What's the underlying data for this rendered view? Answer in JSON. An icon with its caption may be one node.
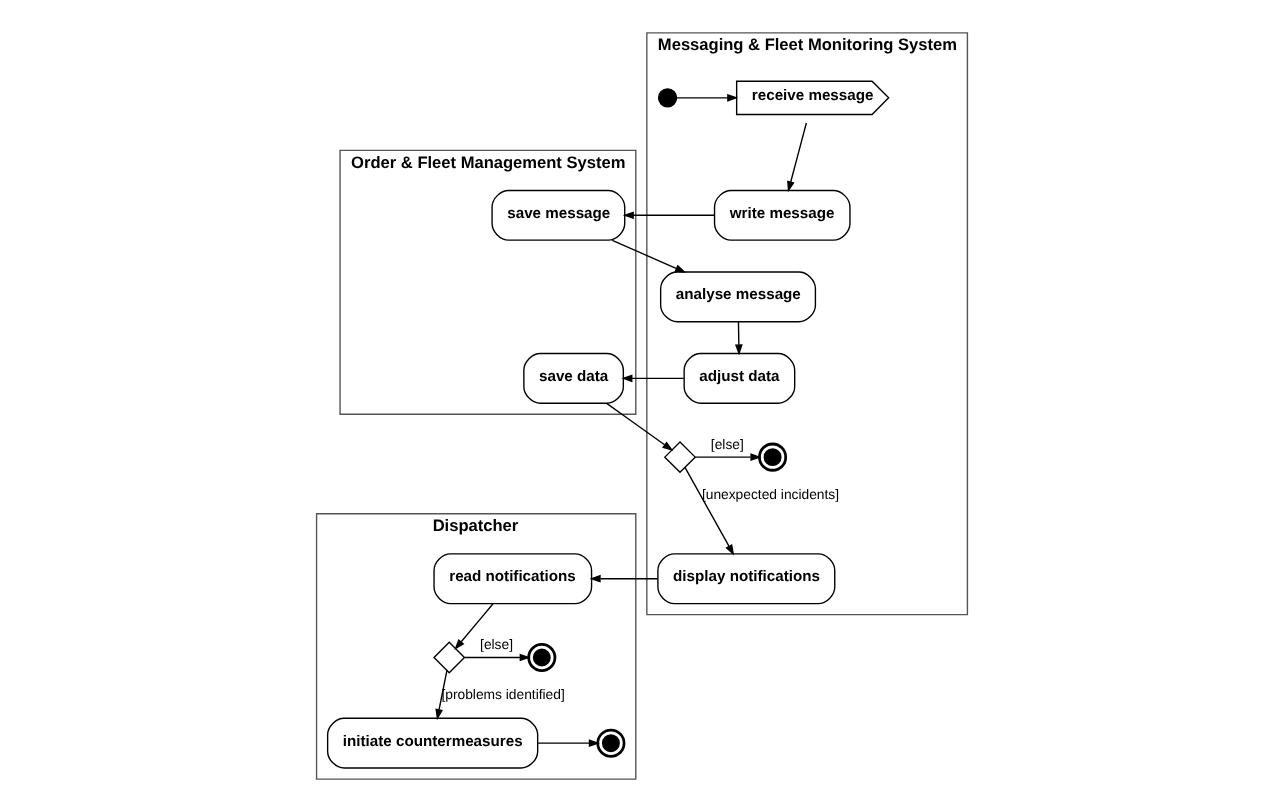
{
  "diagram": {
    "nodes": [
      {
        "text": [
          "Dispatcher"
        ]
      },
      {
        "text": [
          "Order & Fleet Management System"
        ]
      },
      {
        "text": [
          "Messaging & Fleet Monitoring System"
        ]
      },
      {
        "text": [],
        "shape": "circle",
        "in": 2
      },
      {
        "text": [
          "receive message"
        ],
        "in": 2
      },
      {
        "text": [
          "write message"
        ],
        "in": 2
      },
      {
        "text": [
          "save message"
        ],
        "in": 1
      },
      {
        "text": [
          "analyse message"
        ],
        "in": 2
      },
      {
        "text": [
          "save data"
        ],
        "in": 1
      },
      {
        "text": [
          "adjust data"
        ],
        "in": 2
      },
      {
        "text": [],
        "shape": "diamond",
        "in": 2
      },
      {
        "text": [],
        "shape": "circle",
        "in": 2
      },
      {
        "text": [
          "display notifications"
        ],
        "in": 2
      },
      {
        "text": [
          "initiate countermeasures"
        ],
        "in": 0
      },
      {
        "text": [],
        "shape": "circle",
        "in": 0
      },
      {
        "text": [],
        "shape": "diamond",
        "in": 0
      },
      {
        "text": [],
        "shape": "circle",
        "in": 0
      },
      {
        "text": [
          "read notifications"
        ],
        "in": 0
      }
    ],
    "edges": [
      {
        "from": 3,
        "to": 4,
        "arrow": "to"
      },
      {
        "from": 4,
        "to": 5,
        "arrow": "to"
      },
      {
        "from": 5,
        "to": 6,
        "arrow": "to"
      },
      {
        "from": 6,
        "to": 7,
        "arrow": "to"
      },
      {
        "from": 7,
        "to": 9,
        "arrow": "to"
      },
      {
        "from": 9,
        "to": 8,
        "arrow": "to"
      },
      {
        "from": 8,
        "to": 10,
        "arrow": "to"
      },
      {
        "from": 10,
        "to": 11,
        "arrow": "to",
        "label": "[else]"
      },
      {
        "from": 10,
        "to": 12,
        "arrow": "to",
        "label": "[unexpected incidents]"
      },
      {
        "from": 12,
        "to": 17,
        "arrow": "to"
      },
      {
        "from": 17,
        "to": 15,
        "arrow": "to"
      },
      {
        "from": 15,
        "to": 16,
        "arrow": "to",
        "label": "[else]"
      },
      {
        "from": 15,
        "to": 13,
        "arrow": "to",
        "label": "[problems identified]"
      },
      {
        "from": 13,
        "to": 14,
        "arrow": "to"
      }
    ]
  }
}
